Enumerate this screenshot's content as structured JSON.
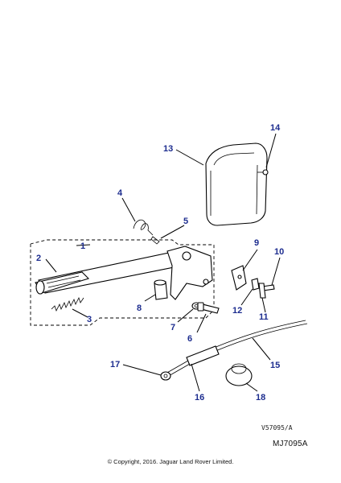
{
  "callouts": [
    "1",
    "2",
    "3",
    "4",
    "5",
    "6",
    "7",
    "8",
    "9",
    "10",
    "11",
    "12",
    "13",
    "14",
    "15",
    "16",
    "17",
    "18"
  ],
  "drawing_ref": "V57095/A",
  "diagram_code": "MJ7095A",
  "copyright": "© Copyright, 2016. Jaguar Land Rover Limited.",
  "colors": {
    "callout": "#1d2d8f",
    "line": "#000000",
    "background": "#ffffff"
  }
}
